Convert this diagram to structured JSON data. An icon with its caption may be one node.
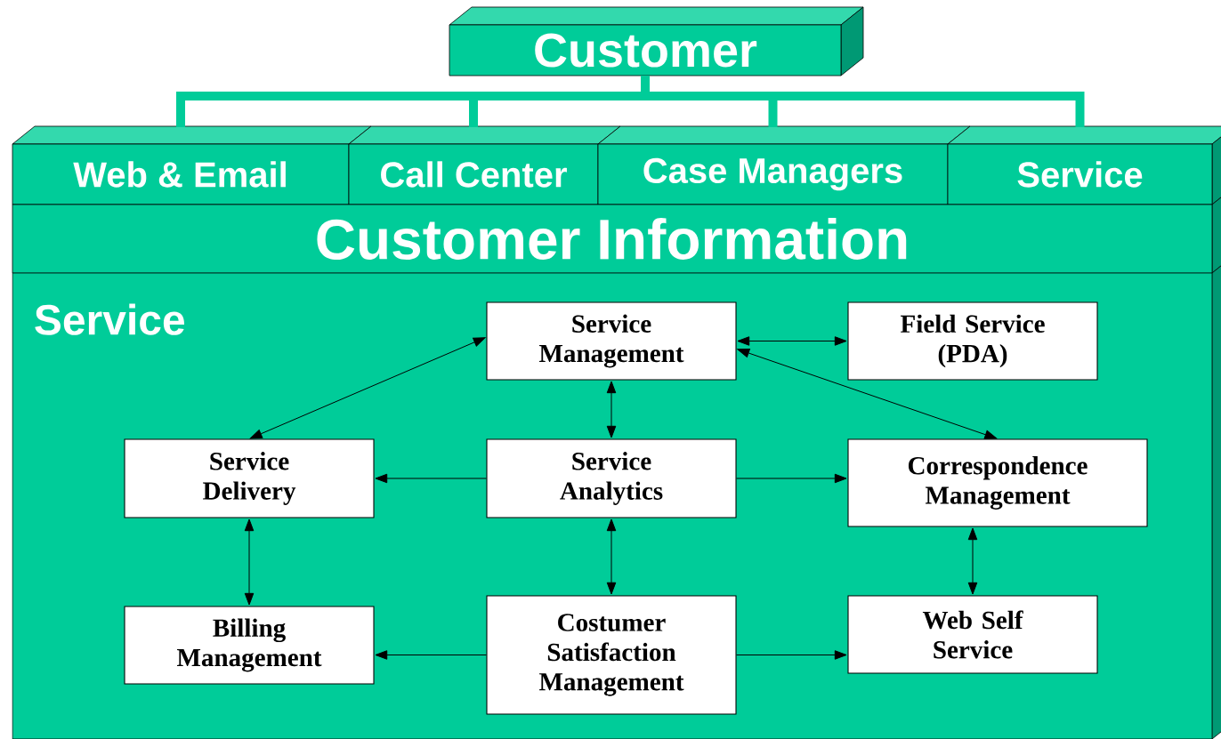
{
  "diagram": {
    "nodes": [
      {
        "text": [
          "Customer"
        ]
      },
      {
        "text": [
          "Web & Email"
        ]
      },
      {
        "text": [
          "Call Center"
        ]
      },
      {
        "text": [
          "Case Managers"
        ]
      },
      {
        "text": [
          "Service"
        ]
      },
      {
        "text": [
          "Customer Information"
        ]
      },
      {
        "text": [
          "Service"
        ]
      },
      {
        "text": [
          "Service Management"
        ],
        "in": 6
      },
      {
        "text": [
          "Field Service (PDA)"
        ],
        "in": 6
      },
      {
        "text": [
          "Service Delivery"
        ],
        "in": 6
      },
      {
        "text": [
          "Service Analytics"
        ],
        "in": 6
      },
      {
        "text": [
          "Correspondence Management"
        ],
        "in": 6
      },
      {
        "text": [
          "Billing Management"
        ],
        "in": 6
      },
      {
        "text": [
          "Costumer Satisfaction Management"
        ],
        "in": 6
      },
      {
        "text": [
          "Web Self Service"
        ],
        "in": 6
      }
    ],
    "edges": [
      {
        "from": 0,
        "to": 1,
        "arrow": "none",
        "style": "thick",
        "color": "#00cc99"
      },
      {
        "from": 0,
        "to": 2,
        "arrow": "none",
        "style": "thick",
        "color": "#00cc99"
      },
      {
        "from": 0,
        "to": 3,
        "arrow": "none",
        "style": "thick",
        "color": "#00cc99"
      },
      {
        "from": 0,
        "to": 4,
        "arrow": "none",
        "style": "thick",
        "color": "#00cc99"
      },
      {
        "from": 7,
        "to": 8,
        "arrow": "both"
      },
      {
        "from": 7,
        "to": 9,
        "arrow": "both"
      },
      {
        "from": 7,
        "to": 10,
        "arrow": "both"
      },
      {
        "from": 7,
        "to": 11,
        "arrow": "both"
      },
      {
        "from": 10,
        "to": 9,
        "arrow": "to"
      },
      {
        "from": 10,
        "to": 11,
        "arrow": "to"
      },
      {
        "from": 10,
        "to": 13,
        "arrow": "both"
      },
      {
        "from": 9,
        "to": 12,
        "arrow": "both"
      },
      {
        "from": 11,
        "to": 14,
        "arrow": "both"
      },
      {
        "from": 13,
        "to": 12,
        "arrow": "to"
      },
      {
        "from": 13,
        "to": 14,
        "arrow": "to"
      }
    ]
  }
}
